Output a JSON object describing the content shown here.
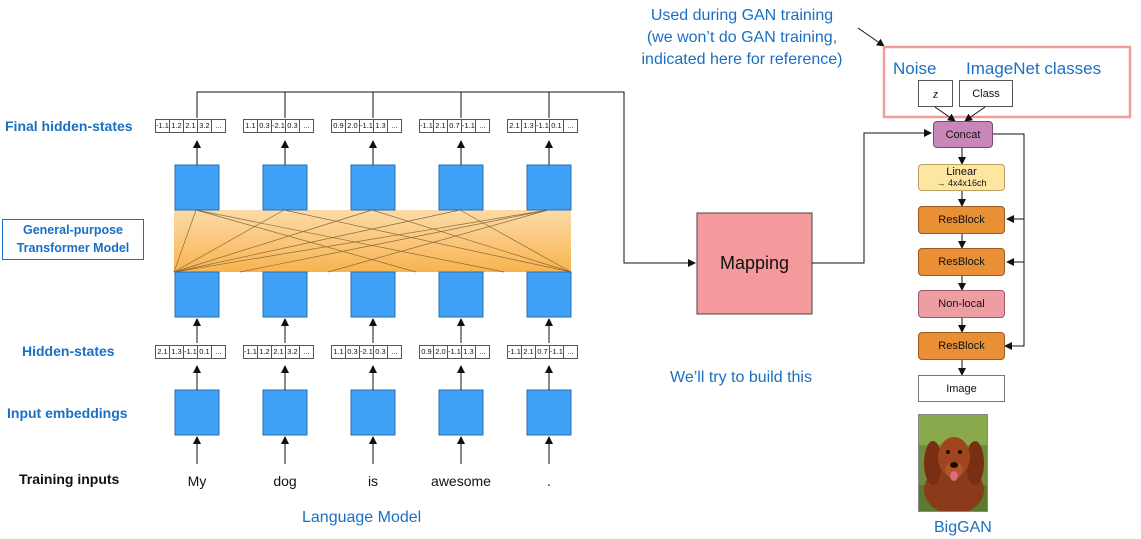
{
  "annotation": {
    "gan_training": [
      "Used during GAN training",
      "(we won’t do GAN training,",
      "indicated here for reference)"
    ],
    "build_this": "We’ll try to build this",
    "language_model": "Language Model",
    "biggan": "BigGAN"
  },
  "row_labels": {
    "final_hidden": "Final hidden-states",
    "transformer": [
      "General-purpose",
      "Transformer Model"
    ],
    "hidden": "Hidden-states",
    "embeddings": "Input embeddings",
    "training_inputs": "Training inputs"
  },
  "tokens": [
    "My",
    "dog",
    "is",
    "awesome",
    "."
  ],
  "final_vectors": [
    [
      "-1.1",
      "1.2",
      "2.1",
      "3.2",
      "..."
    ],
    [
      "1.1",
      "0.3",
      "-2.1",
      "0.3",
      "..."
    ],
    [
      "0.9",
      "2.0",
      "-1.1",
      "1.3",
      "..."
    ],
    [
      "-1.1",
      "2.1",
      "0.7",
      "-1.1",
      "..."
    ],
    [
      "2.1",
      "1.3",
      "-1.1",
      "0.1",
      "..."
    ]
  ],
  "hidden_vectors": [
    [
      "2.1",
      "1.3",
      "-1.1",
      "0.1",
      "..."
    ],
    [
      "-1.1",
      "1.2",
      "2.1",
      "3.2",
      "..."
    ],
    [
      "1.1",
      "0.3",
      "-2.1",
      "0.3",
      "..."
    ],
    [
      "0.9",
      "2.0",
      "-1.1",
      "1.3",
      "..."
    ],
    [
      "-1.1",
      "2.1",
      "0.7",
      "-1.1",
      "..."
    ]
  ],
  "mapping": "Mapping",
  "gan_inputs": {
    "noise_label": "Noise",
    "classes_label": "ImageNet classes",
    "z": "z",
    "class": "Class"
  },
  "biggan_blocks": {
    "concat": "Concat",
    "linear": "Linear",
    "linear_sub": "→ 4x4x16ch",
    "resblock1": "ResBlock",
    "resblock2": "ResBlock",
    "nonlocal": "Non-local",
    "resblock3": "ResBlock",
    "image": "Image"
  },
  "colors": {
    "label_blue": "#1a6fc4",
    "node_blue": "#3fa1f5",
    "attention_orange": "#f7a630",
    "mapping_pink": "#f59a9c",
    "concat_purple": "#c986b8",
    "linear_yellow": "#fde6a1",
    "resblock_orange": "#e98f36",
    "nonlocal_pink": "#ed9ea4",
    "highlight_border": "#f19b9b"
  }
}
